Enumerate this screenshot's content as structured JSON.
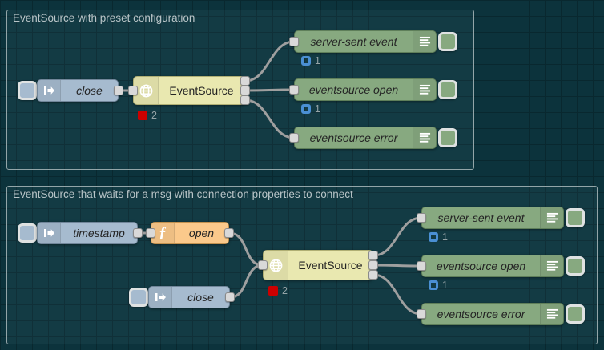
{
  "app": {
    "name": "Node-RED flow editor workspace"
  },
  "colors": {
    "canvas_bg": "#0c333c",
    "grid_line": "#09282f",
    "group_border": "#93a5a8",
    "wire": "#9f9f9f",
    "inject_node": "#a6bbcf",
    "function_node": "#fbc98b",
    "eventsource_node": "#e9e8b0",
    "debug_node": "#87a980",
    "status_red": "#cc0000",
    "status_blue": "#4a8fd3"
  },
  "icons": {
    "inject": "arrow-right-icon",
    "function": "function-f-icon",
    "eventsource": "globe-icon",
    "debug": "list-lines-icon"
  },
  "groups": [
    {
      "title": "EventSource with preset configuration",
      "inject_close_label": "close",
      "eventsource_label": "EventSource",
      "eventsource_status_count": "2",
      "debug_sse_label": "server-sent event",
      "debug_sse_status_count": "1",
      "debug_open_label": "eventsource open",
      "debug_open_status_count": "1",
      "debug_error_label": "eventsource error"
    },
    {
      "title": "EventSource that waits for a msg with connection properties to connect",
      "inject_timestamp_label": "timestamp",
      "function_open_label": "open",
      "inject_close_label": "close",
      "eventsource_label": "EventSource",
      "eventsource_status_count": "2",
      "debug_sse_label": "server-sent event",
      "debug_sse_status_count": "1",
      "debug_open_label": "eventsource open",
      "debug_open_status_count": "1",
      "debug_error_label": "eventsource error"
    }
  ]
}
